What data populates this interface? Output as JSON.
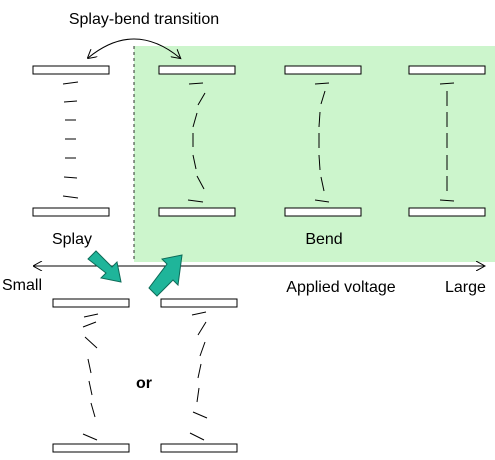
{
  "labels": {
    "transition": "Splay-bend transition",
    "splay": "Splay",
    "bend": "Bend",
    "small": "Small",
    "applied_voltage": "Applied voltage",
    "large": "Large",
    "or": "or"
  },
  "colors": {
    "bend_region": "#ccf5cc",
    "arrow_fill": "#1fb59a",
    "arrow_stroke": "#0d6b58",
    "line": "#000000"
  },
  "icons": [
    "curved-double-arrow-icon",
    "axis-double-arrow-icon",
    "down-right-arrow-icon",
    "up-right-arrow-icon"
  ]
}
